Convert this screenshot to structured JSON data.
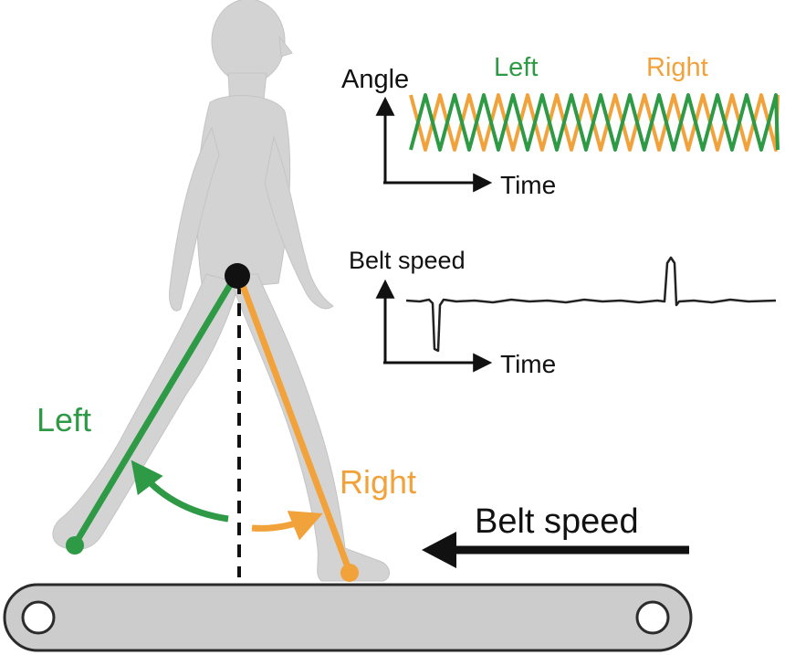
{
  "labels": {
    "angle_axis": "Angle",
    "time_axis_top": "Time",
    "series_left": "Left",
    "series_right": "Right",
    "belt_speed_axis": "Belt speed",
    "time_axis_bottom": "Time",
    "leg_left": "Left",
    "leg_right": "Right",
    "belt_speed_arrow": "Belt speed"
  },
  "colors": {
    "left": "#2e9a45",
    "right": "#f2a23a",
    "body": "#d3d3d3",
    "treadmill": "#cccccc",
    "ink": "#111111"
  },
  "icons": {
    "hip": "hip-joint-icon",
    "belt_arrow": "arrow-left-icon"
  }
}
